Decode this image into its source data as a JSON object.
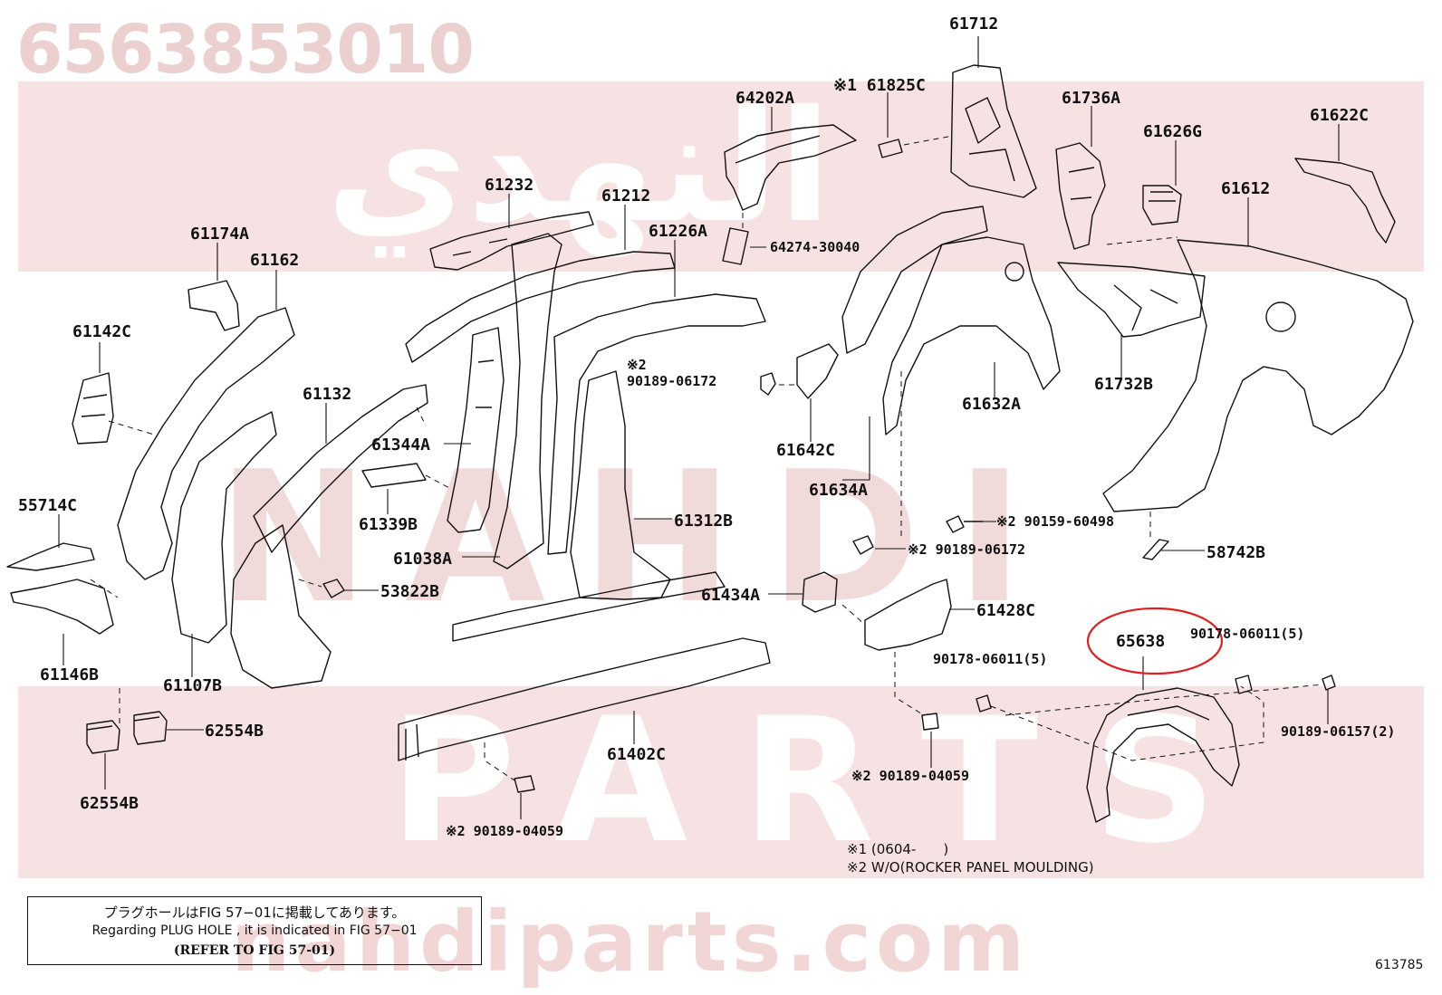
{
  "title": "6563853010",
  "watermark": {
    "arabic": "النهدي",
    "middle": "NAHDI",
    "bottom": "PARTS",
    "site": "nahdiparts.com"
  },
  "labels": [
    "61712",
    "※1 61825C",
    "64202A",
    "61736A",
    "61626G",
    "61622C",
    "61612",
    "61232",
    "61212",
    "61226A",
    "64274-30040",
    "61174A",
    "61162",
    "61142C",
    "※2",
    "90189-06172",
    "61132",
    "61344A",
    "61642C",
    "61632A",
    "61732B",
    "61634A",
    "61339B",
    "55714C",
    "61312B",
    "※2 90159-60498",
    "※2 90189-06172",
    "61038A",
    "58742B",
    "53822B",
    "61434A",
    "61428C",
    "61146B",
    "61107B",
    "65638",
    "90178-06011(5)",
    "90178-06011(5)",
    "62554B",
    "61402C",
    "90189-06157(2)",
    "62554B",
    "※2 90189-04059",
    "※2 90189-04059"
  ],
  "notes": {
    "n1": "※1 (0604-　　)",
    "n2": "※2 W/O(ROCKER PANEL MOULDING)"
  },
  "infobox": {
    "jp": "プラグホールはFIG 57−01に掲載してあります。",
    "en": "Regarding PLUG HOLE , it is indicated in FIG 57−01",
    "ref": "(REFER TO FIG 57-01)"
  },
  "fig_number": "613785",
  "highlight_part": "65638",
  "colors": {
    "highlight": "#e02020",
    "watermark": "#f6e2e2",
    "ink": "#111111"
  }
}
